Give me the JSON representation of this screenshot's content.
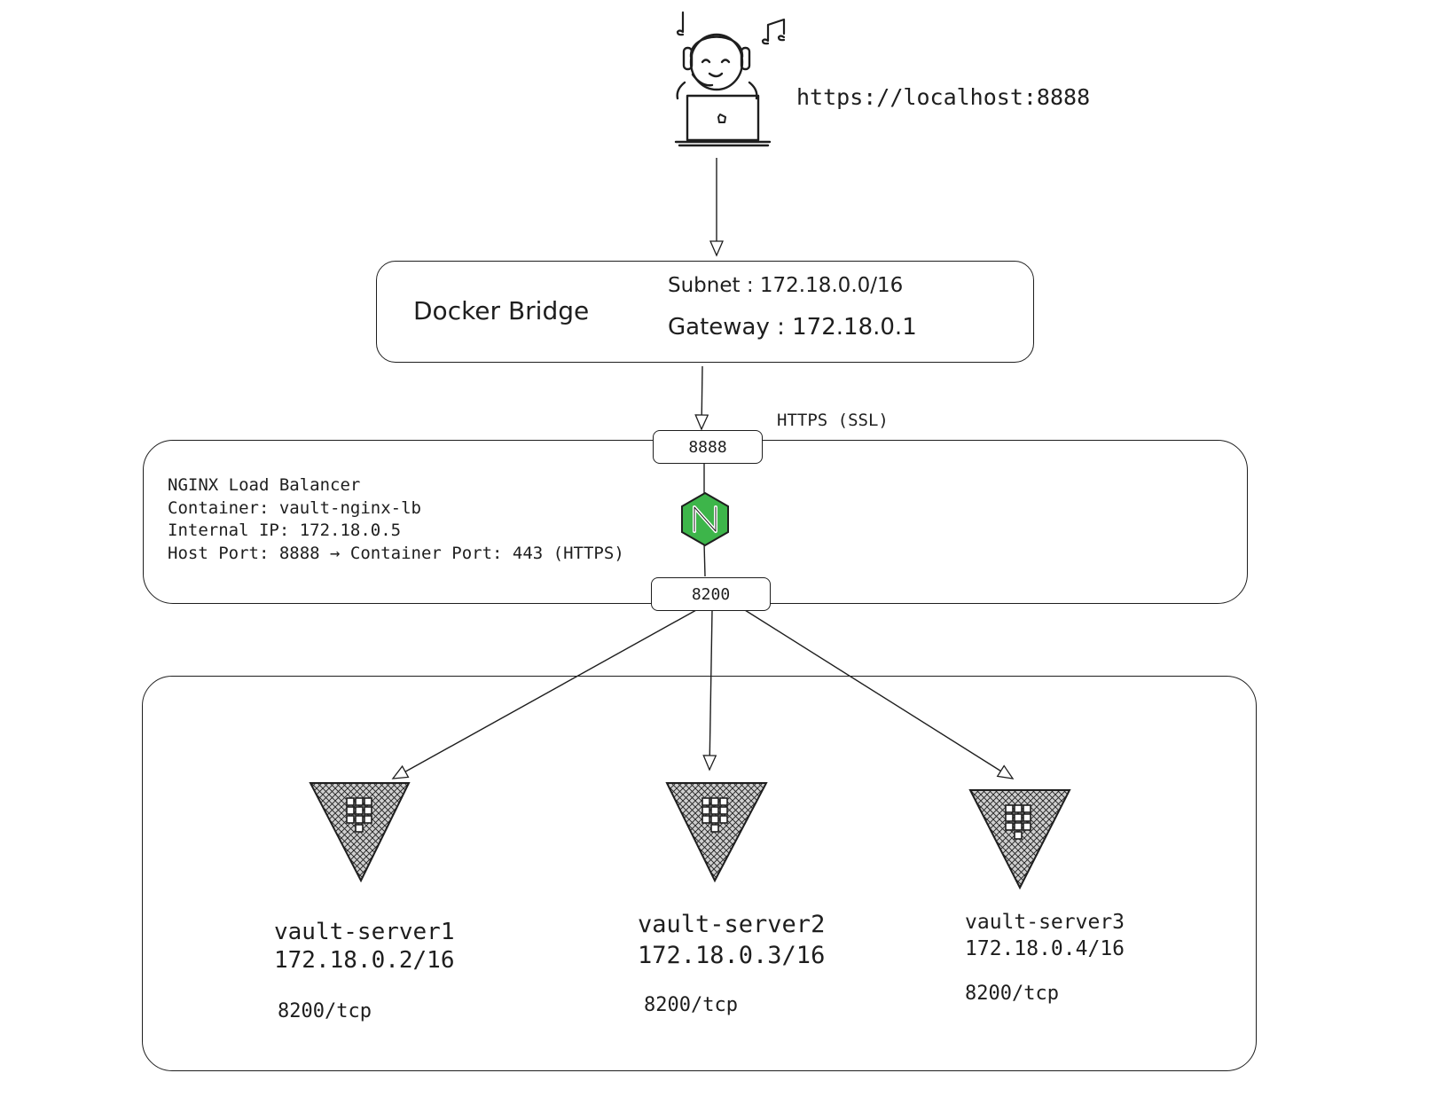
{
  "user": {
    "icon": "developer-with-headphones-laptop-icon",
    "url": "https://localhost:8888"
  },
  "docker_bridge": {
    "title": "Docker Bridge",
    "subnet": "Subnet : 172.18.0.0/16",
    "gateway": "Gateway : 172.18.0.1"
  },
  "connection_label": "HTTPS (SSL)",
  "nginx": {
    "icon": "nginx-icon",
    "port_in": "8888",
    "port_out": "8200",
    "lines": [
      "NGINX Load Balancer",
      "Container: vault-nginx-lb",
      "Internal IP: 172.18.0.5",
      "Host Port: 8888 → Container Port: 443 (HTTPS)"
    ],
    "icon_color": "#3db54a"
  },
  "vault_servers": [
    {
      "icon": "vault-icon",
      "name": "vault-server1",
      "ip": "172.18.0.2/16",
      "port": "8200/tcp"
    },
    {
      "icon": "vault-icon",
      "name": "vault-server2",
      "ip": "172.18.0.3/16",
      "port": "8200/tcp"
    },
    {
      "icon": "vault-icon",
      "name": "vault-server3",
      "ip": "172.18.0.4/16",
      "port": "8200/tcp"
    }
  ]
}
